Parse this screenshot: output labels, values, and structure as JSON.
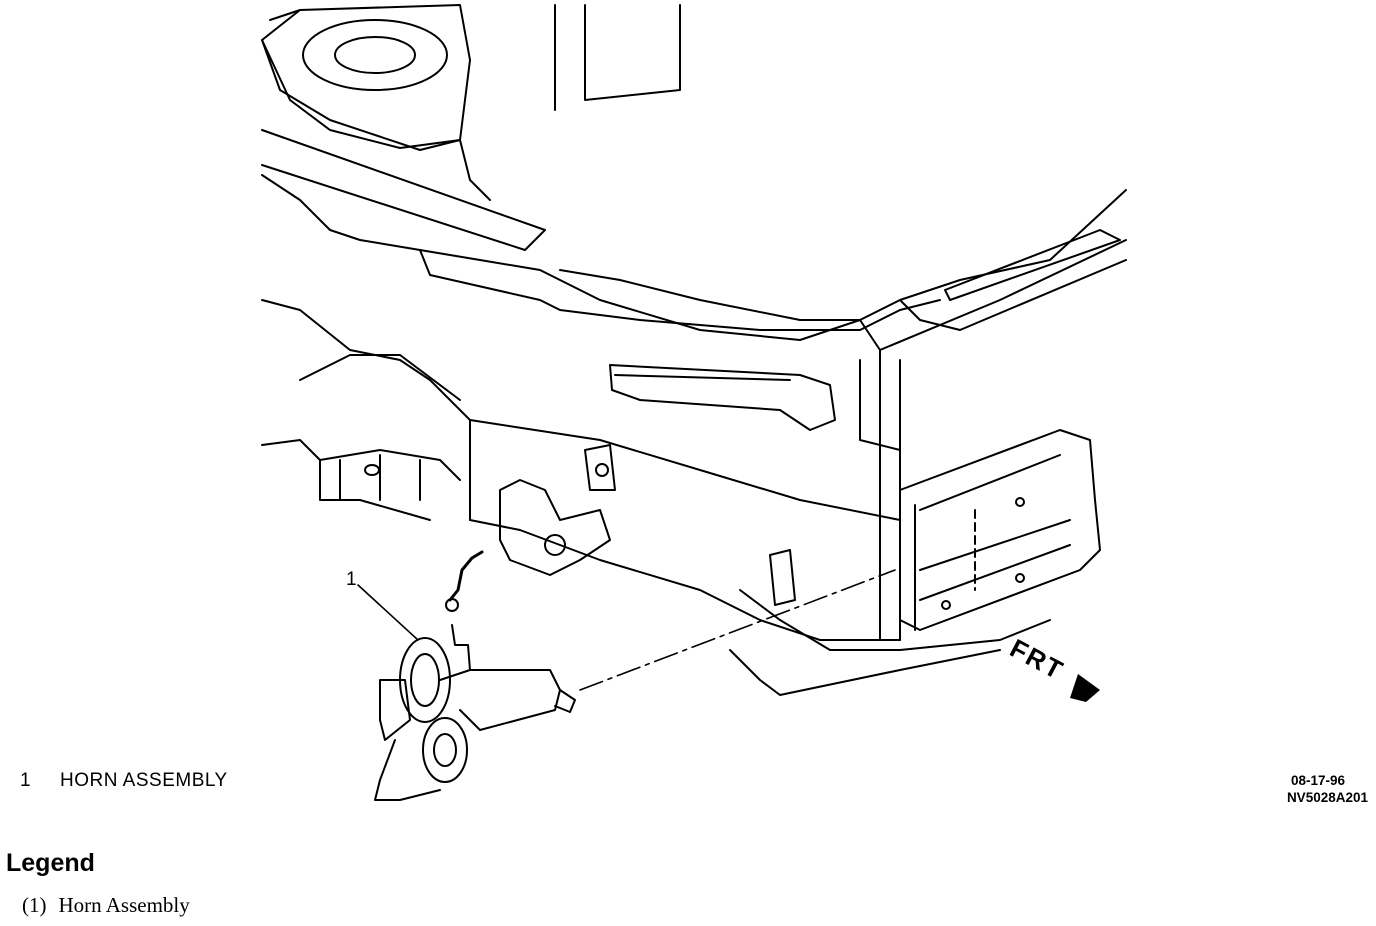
{
  "diagram": {
    "callout_number": "1",
    "caption_number": "1",
    "caption_text": "HORN ASSEMBLY",
    "date_code": "08-17-96",
    "figure_code": "NV5028A201",
    "direction_label": "FRT"
  },
  "legend": {
    "title": "Legend",
    "items": [
      {
        "number": "(1)",
        "label": "Horn Assembly"
      }
    ]
  },
  "colors": {
    "line": "#000000",
    "background": "#ffffff"
  }
}
